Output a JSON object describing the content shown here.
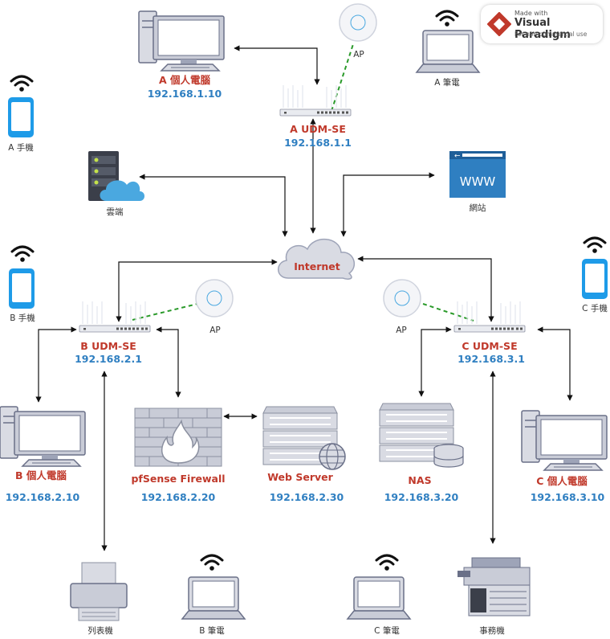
{
  "badge": {
    "line1": "Made with",
    "line2": "Visual Paradigm",
    "line3": "For non-commercial use"
  },
  "internet": "Internet",
  "site_a": {
    "pc_name": "A 個人電腦",
    "pc_ip": "192.168.1.10",
    "router_name": "A UDM-SE",
    "router_ip": "192.168.1.1",
    "ap": "AP",
    "laptop": "A 筆電",
    "phone": "A 手機"
  },
  "cloud_service": "雲端",
  "website": {
    "label": "網站",
    "screen_text": "WWW"
  },
  "site_b": {
    "router_name": "B UDM-SE",
    "router_ip": "192.168.2.1",
    "ap": "AP",
    "phone": "B 手機",
    "pc_name": "B 個人電腦",
    "pc_ip": "192.168.2.10",
    "firewall_name": "pfSense Firewall",
    "firewall_ip": "192.168.2.20",
    "webserver_name": "Web Server",
    "webserver_ip": "192.168.2.30",
    "printer": "列表機",
    "laptop": "B 筆電"
  },
  "site_c": {
    "router_name": "C UDM-SE",
    "router_ip": "192.168.3.1",
    "ap": "AP",
    "phone": "C 手機",
    "nas_name": "NAS",
    "nas_ip": "192.168.3.20",
    "pc_name": "C 個人電腦",
    "pc_ip": "192.168.3.10",
    "laptop": "C 筆電",
    "office_machine": "事務機"
  },
  "colors": {
    "label_red": "#c0392b",
    "ip_blue": "#2f7fc1",
    "wifi_blue": "#1e9be8",
    "device_gray": "#9ea4b8",
    "cloud_blue": "#4aa8e0",
    "wireless_link_green": "#2a9a2a"
  }
}
